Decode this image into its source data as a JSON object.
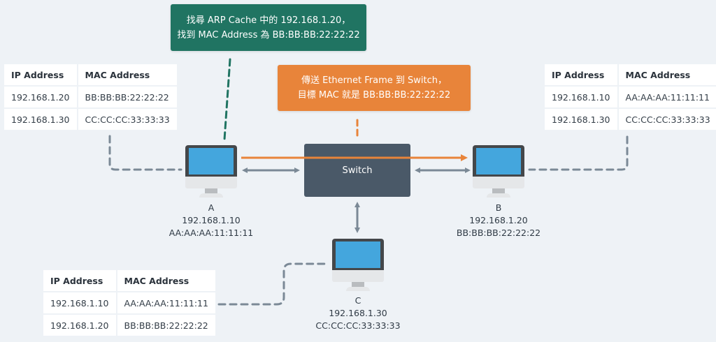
{
  "callouts": {
    "arp_lookup": {
      "line1": "找尋 ARP Cache 中的 192.168.1.20，",
      "line2": "找到 MAC Address 為 BB:BB:BB:22:22:22",
      "color": "#207462"
    },
    "send_frame": {
      "line1": "傳送 Ethernet Frame 到 Switch，",
      "line2": "目標 MAC 就是 BB:BB:BB:22:22:22",
      "color": "#e8843a"
    }
  },
  "switch": {
    "label": "Switch",
    "color": "#4a5968"
  },
  "computers": [
    {
      "name": "A",
      "ip": "192.168.1.10",
      "mac": "AA:AA:AA:11:11:11"
    },
    {
      "name": "B",
      "ip": "192.168.1.20",
      "mac": "BB:BB:BB:22:22:22"
    },
    {
      "name": "C",
      "ip": "192.168.1.30",
      "mac": "CC:CC:CC:33:33:33"
    }
  ],
  "arp_tables": {
    "headers": [
      "IP Address",
      "MAC Address"
    ],
    "A": [
      [
        "192.168.1.20",
        "BB:BB:BB:22:22:22"
      ],
      [
        "192.168.1.30",
        "CC:CC:CC:33:33:33"
      ]
    ],
    "B": [
      [
        "192.168.1.10",
        "AA:AA:AA:11:11:11"
      ],
      [
        "192.168.1.30",
        "CC:CC:CC:33:33:33"
      ]
    ],
    "C": [
      [
        "192.168.1.10",
        "AA:AA:AA:11:11:11"
      ],
      [
        "192.168.1.20",
        "BB:BB:BB:22:22:22"
      ]
    ]
  },
  "colors": {
    "background": "#eef2f6",
    "link": "#7b8996",
    "frame_path": "#e8843a",
    "screen": "#44a6dd"
  }
}
